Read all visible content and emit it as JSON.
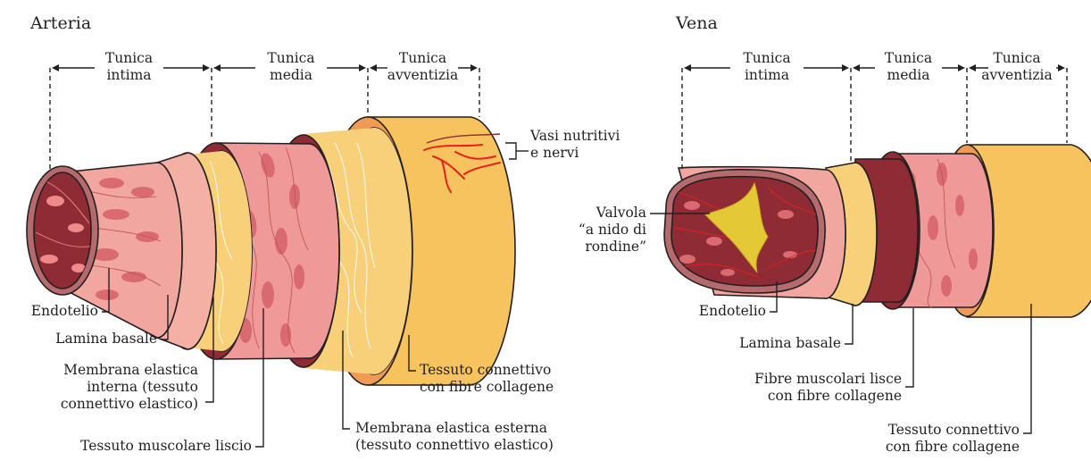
{
  "artery": {
    "title": "Arteria",
    "tunics": {
      "intima": [
        "Tunica",
        "intima"
      ],
      "media": [
        "Tunica",
        "media"
      ],
      "adventitia": [
        "Tunica",
        "avventizia"
      ]
    },
    "labels": {
      "vessels": [
        "Vasi nutritivi",
        "e nervi"
      ],
      "endothelium": "Endotelio",
      "basal_lamina": "Lamina basale",
      "internal_elastic": [
        "Membrana elastica",
        "interna (tessuto",
        "connettivo elastico)"
      ],
      "smooth_muscle": "Tessuto muscolare liscio",
      "external_elastic": [
        "Membrana elastica esterna",
        "(tessuto connettivo elastico)"
      ],
      "connective": [
        "Tessuto connettivo",
        "con fibre collagene"
      ]
    }
  },
  "vein": {
    "title": "Vena",
    "tunics": {
      "intima": [
        "Tunica",
        "intima"
      ],
      "media": [
        "Tunica",
        "media"
      ],
      "adventitia": [
        "Tunica",
        "avventizia"
      ]
    },
    "labels": {
      "valve": [
        "Valvola",
        "“a nido di",
        "rondine”"
      ],
      "endothelium": "Endotelio",
      "basal_lamina": "Lamina basale",
      "muscle_fibers": [
        "Fibre muscolari lisce",
        "con fibre collagene"
      ],
      "connective": [
        "Tessuto connettivo",
        "con fibre collagene"
      ]
    }
  },
  "colors": {
    "adventitia": "#f6c35f",
    "adventitia_ring": "#ef9a55",
    "elastic": "#8e2b34",
    "muscle": "#ef9999",
    "muscle_cells": "#d96a72",
    "intima": "#f2a6a0",
    "collagen_ring": "#f8d07a",
    "lumen": "#8e2b34",
    "vessels": "#e8201c",
    "valve": "#e4c836"
  }
}
